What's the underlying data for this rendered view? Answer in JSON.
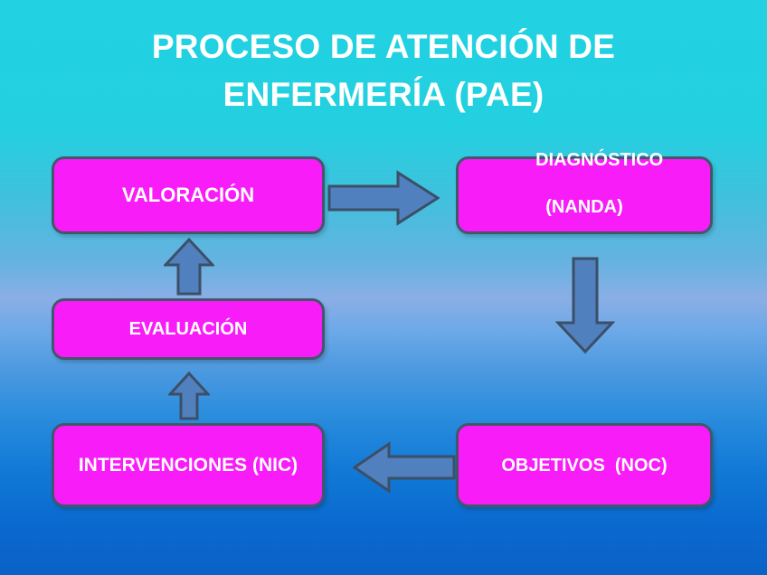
{
  "slide": {
    "title_lines": [
      "PROCESO DE ATENCIÓN DE",
      "ENFERMERÍA (PAE)"
    ],
    "background": {
      "top_color": "#22d2e2",
      "mid_color": "#6aa8e8",
      "bottom_color": "#0a62c7"
    },
    "box_fill_color": "#f81cf8",
    "box_border_color": "#44566b",
    "box_text_color": "#ffffff",
    "arrow_fill_color": "#5080bd",
    "arrow_border_color": "#3c4f68"
  },
  "boxes": {
    "valoracion": {
      "label": "VALORACIÓN"
    },
    "diagnostico": {
      "label_line1": "DIAGNÓSTICO",
      "label_line2": "(NANDA)"
    },
    "evaluacion": {
      "label": "EVALUACIÓN"
    },
    "intervenciones": {
      "label": "INTERVENCIONES (NIC)"
    },
    "objetivos": {
      "label": "OBJETIVOS  (NOC)"
    }
  },
  "arrows": [
    {
      "name": "valoracion-to-diagnostico",
      "direction": "right"
    },
    {
      "name": "diagnostico-to-objetivos",
      "direction": "down"
    },
    {
      "name": "objetivos-to-intervenciones",
      "direction": "left"
    },
    {
      "name": "intervenciones-to-evaluacion",
      "direction": "up"
    },
    {
      "name": "evaluacion-to-valoracion",
      "direction": "up"
    }
  ]
}
